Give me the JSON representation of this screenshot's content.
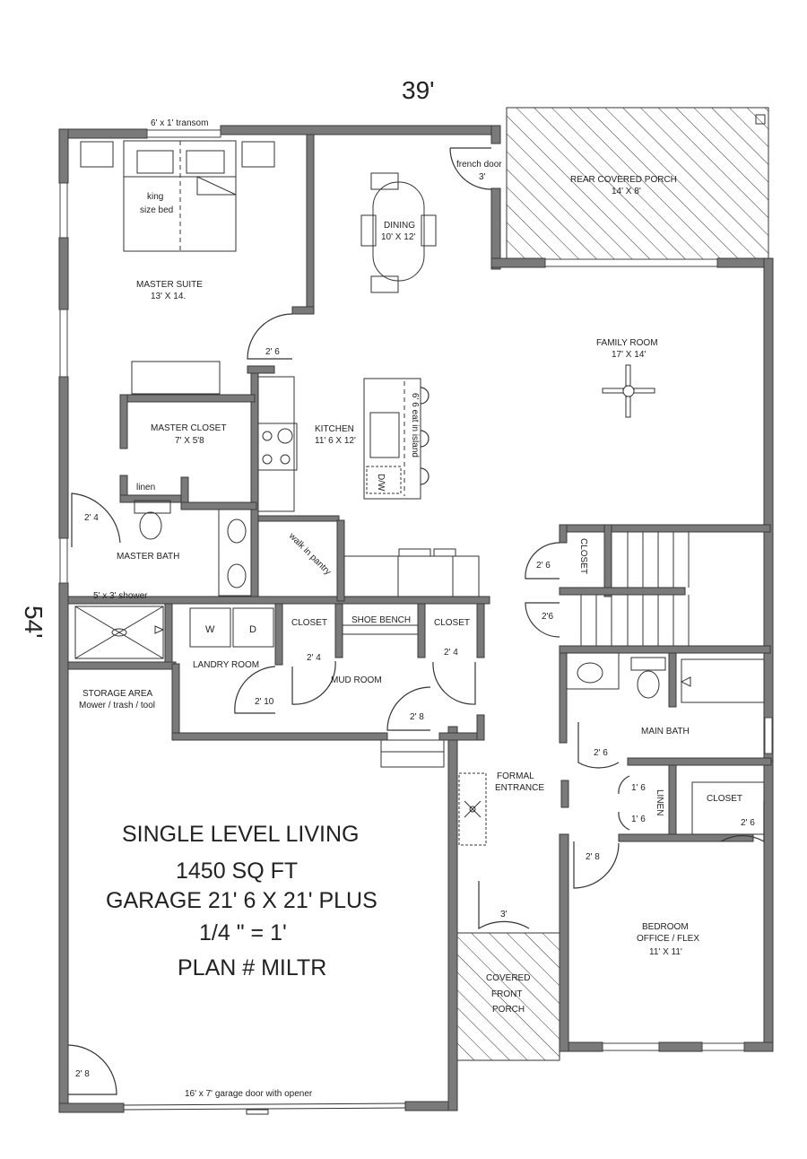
{
  "dimensions": {
    "width_label": "39'",
    "depth_label": "54'"
  },
  "rooms": {
    "master_suite": {
      "name": "MASTER SUITE",
      "size": "13' X 14."
    },
    "king_bed": {
      "line1": "king",
      "line2": "size bed"
    },
    "transom": "6' x 1' transom",
    "dining": {
      "name": "DINING",
      "size": "10' X 12'"
    },
    "french_door": {
      "name": "french door",
      "size": "3'"
    },
    "rear_porch": {
      "name": "REAR COVERED PORCH",
      "size": "14' X 8'"
    },
    "family_room": {
      "name": "FAMILY ROOM",
      "size": "17' X 14'"
    },
    "kitchen": {
      "name": "KITCHEN",
      "size": "11' 6 X 12'"
    },
    "island": "6' 6 eat in island",
    "dw": "D/W",
    "pantry": "walk in pantry",
    "master_closet": {
      "name": "MASTER CLOSET",
      "size": "7' X 5'8"
    },
    "linen_master": "linen",
    "master_bath": "MASTER BATH",
    "shower": "5' x 3' shower",
    "laundry": "LANDRY ROOM",
    "washer": "W",
    "dryer": "D",
    "closet": "CLOSET",
    "shoe_bench": "SHOE BENCH",
    "mud_room": "MUD ROOM",
    "storage": {
      "line1": "STORAGE AREA",
      "line2": "Mower / trash / tool"
    },
    "main_bath": "MAIN BATH",
    "formal_entrance": {
      "line1": "FORMAL",
      "line2": "ENTRANCE"
    },
    "linen_hall": "LINEN",
    "bedroom": {
      "line1": "BEDROOM",
      "line2": "OFFICE / FLEX",
      "size": "11' X 11'"
    },
    "front_porch": {
      "line1": "COVERED",
      "line2": "FRONT",
      "line3": "PORCH"
    },
    "garage_door": "16' x 7' garage door with opener"
  },
  "doors": {
    "master_entry": "2' 6",
    "master_bath": "2' 4",
    "hall_closet": "2' 6",
    "stair": "2'6",
    "laundry": "2' 10",
    "mud_closet_left": "2' 4",
    "mud_closet_right": "2' 4",
    "mud_exit": "2' 8",
    "main_bath": "2' 6",
    "linen_top": "1' 6",
    "linen_bottom": "1' 6",
    "bedroom": "2' 8",
    "bedroom_closet": "2' 6",
    "front": "3'",
    "garage_side": "2' 8"
  },
  "plan_info": {
    "line1": "SINGLE LEVEL LIVING",
    "line2": "1450 SQ FT",
    "line3": "GARAGE 21' 6 X 21' PLUS",
    "line4": "1/4 \" = 1'",
    "line5": "PLAN # MILTR"
  }
}
